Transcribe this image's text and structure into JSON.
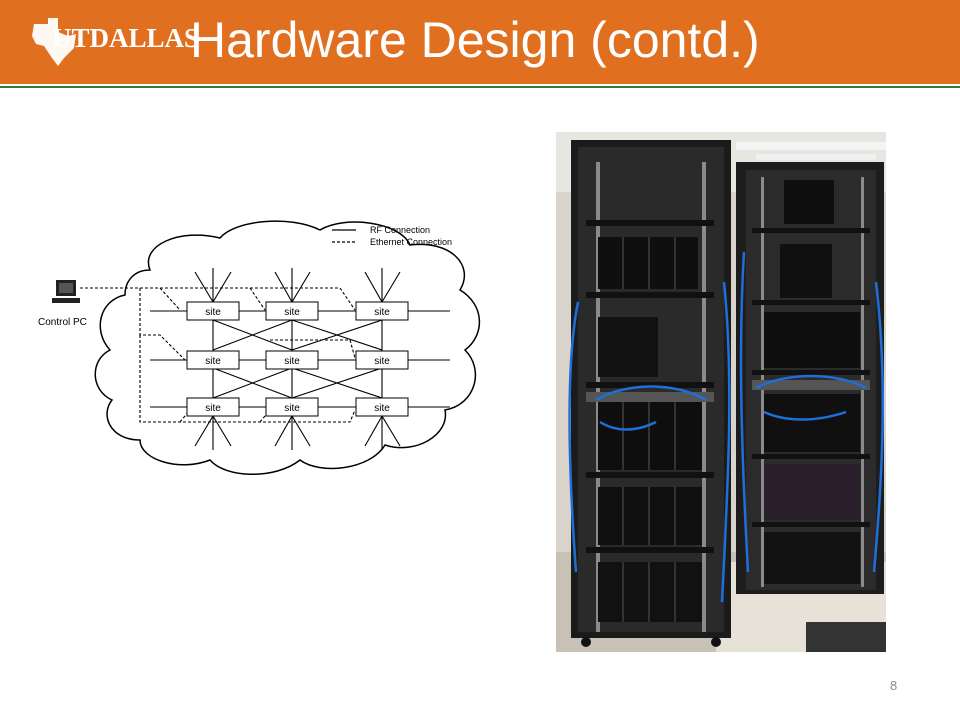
{
  "header": {
    "logo_text": "UTDALLAS",
    "title": "Hardware Design (contd.)"
  },
  "diagram": {
    "legend_rf": "RF Connection",
    "legend_ethernet": "Ethernet Connection",
    "control_pc_label": "Control PC",
    "site_label": "site"
  },
  "colors": {
    "header_bg": "#e07020",
    "header_rule": "#2e7d32",
    "rack_cable": "#1e6fd9"
  },
  "footer": {
    "page_number": "8"
  }
}
